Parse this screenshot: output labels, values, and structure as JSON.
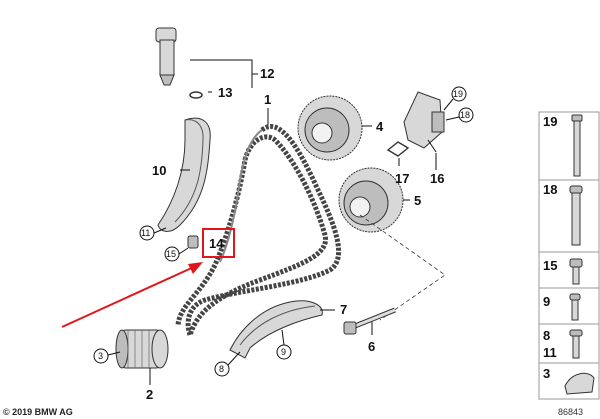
{
  "callouts": {
    "c1": "1",
    "c2": "2",
    "c3": "3",
    "c4": "4",
    "c5": "5",
    "c6": "6",
    "c7": "7",
    "c8": "8",
    "c9": "9",
    "c10": "10",
    "c11": "11",
    "c12": "12",
    "c13": "13",
    "c14": "14",
    "c15": "15",
    "c16": "16",
    "c17": "17",
    "c18": "18",
    "c19": "19"
  },
  "legend": {
    "items": [
      {
        "label": "19"
      },
      {
        "label": "18"
      },
      {
        "label": "15"
      },
      {
        "label": "9"
      },
      {
        "label": "8"
      },
      {
        "label": "11"
      },
      {
        "label": "3"
      }
    ]
  },
  "copyright": "© 2019 BMW AG",
  "diagram_number": "86843",
  "colors": {
    "highlight": "#e0161b",
    "arrow": "#e0161b",
    "line": "#111111",
    "part_fill": "#d8d8d8"
  }
}
